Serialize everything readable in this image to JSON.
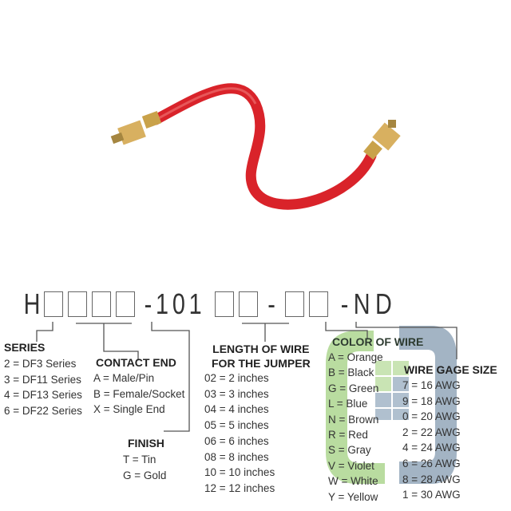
{
  "part_number": {
    "prefix": "H",
    "middle": "-101",
    "sep": "-",
    "suffix": "-ND"
  },
  "series": {
    "title": "SERIES",
    "items": [
      "2 = DF3 Series",
      "3 = DF11 Series",
      "4 = DF13 Series",
      "6 = DF22 Series"
    ]
  },
  "contact_end": {
    "title": "CONTACT END",
    "items": [
      "A = Male/Pin",
      "B = Female/Socket",
      "X = Single End"
    ]
  },
  "finish": {
    "title": "FINISH",
    "items": [
      "T = Tin",
      "G = Gold"
    ]
  },
  "length": {
    "title1": "LENGTH OF WIRE",
    "title2": "FOR THE JUMPER",
    "items": [
      "02 = 2 inches",
      "03 = 3 inches",
      "04 = 4 inches",
      "05 = 5 inches",
      "06 = 6 inches",
      "08 = 8 inches",
      "10 = 10 inches",
      "12 = 12 inches"
    ]
  },
  "color": {
    "title": "COLOR OF WIRE",
    "items": [
      "A = Orange",
      "B = Black",
      "G = Green",
      "L = Blue",
      "N = Brown",
      "R = Red",
      "S = Gray",
      "V = Violet",
      "W = White",
      "Y = Yellow"
    ]
  },
  "gage": {
    "title": "WIRE GAGE SIZE",
    "items": [
      "7 = 16 AWG",
      "9 = 18 AWG",
      "0 = 20 AWG",
      "2 = 22 AWG",
      "4 = 24 AWG",
      "6 = 26 AWG",
      "8 = 28 AWG",
      "1 = 30 AWG"
    ]
  },
  "colors": {
    "wire": "#d9232a",
    "watermark_green": "#b9dca0",
    "watermark_blue": "#9fb1c2"
  }
}
